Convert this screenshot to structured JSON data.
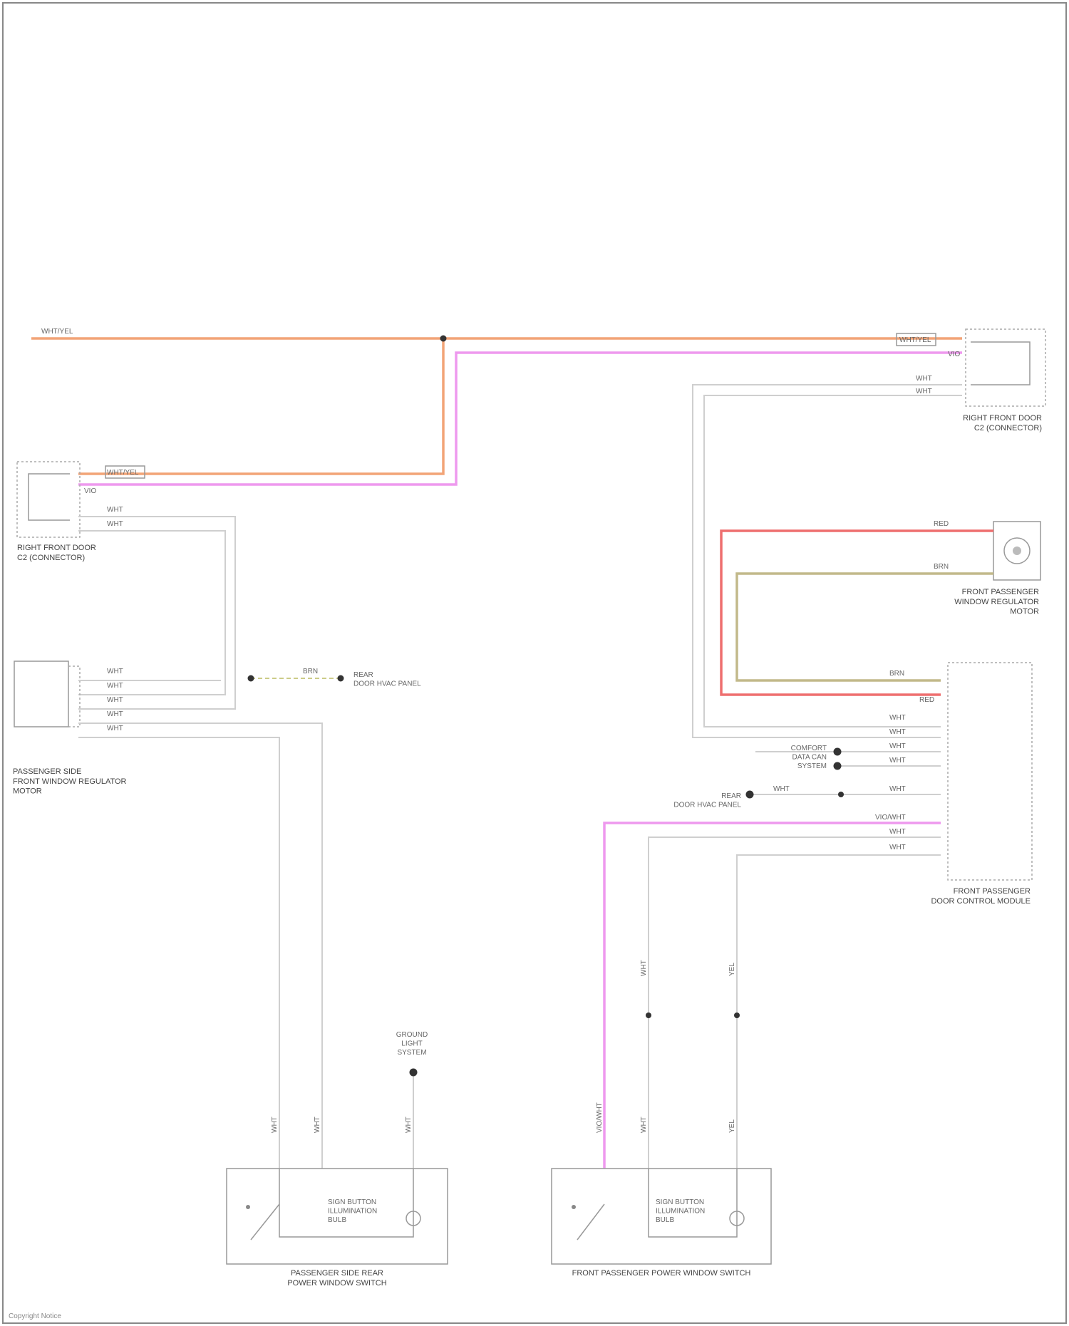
{
  "diagram": {
    "labels": {
      "w_left_start": "WHT/YEL",
      "w_rf_top": "WHT/YEL",
      "w_rf_2": "VIO",
      "w_rf_3": "WHT",
      "w_rf_4": "WHT",
      "w_lf_1": "WHT/YEL",
      "w_lf_2": "VIO",
      "w_lf_3": "WHT",
      "w_lf_4": "WHT",
      "w_mot_1": "WHT",
      "w_mot_2": "WHT",
      "w_mot_3": "WHT",
      "w_mot_4": "WHT",
      "w_mot_5": "WHT",
      "w_mid_brn": "BRN",
      "w_sens_red": "RED",
      "w_sens_brn": "BRN",
      "w_mod_1": "BRN",
      "w_mod_2": "RED",
      "w_mod_3": "WHT",
      "w_mod_4": "WHT",
      "w_mod_5": "WHT",
      "w_mod_6": "WHT",
      "w_mod_7": "WHT",
      "w_mod_8": "WHT",
      "w_mod_9": "VIO/WHT",
      "w_mod_10": "WHT",
      "w_mod_11": "WHT",
      "w_v_1": "WHT",
      "w_v_2": "YEL",
      "w_b1_1": "WHT",
      "w_b1_2": "WHT",
      "w_b1_3": "WHT",
      "w_b2_1": "VIO/WHT",
      "w_b2_2": "WHT",
      "w_b2_3": "YEL",
      "comp_rf_conn": "RIGHT FRONT DOOR\nC2 (CONNECTOR)",
      "comp_lf_conn": "RIGHT FRONT DOOR\nC2 (CONNECTOR)",
      "comp_motor": "PASSENGER SIDE\nFRONT WINDOW REGULATOR\nMOTOR",
      "comp_sensor": "FRONT PASSENGER\nWINDOW REGULATOR\nMOTOR",
      "comp_module": "FRONT PASSENGER\nDOOR CONTROL MODULE",
      "comp_switch_left": "PASSENGER SIDE REAR\nPOWER WINDOW SWITCH",
      "comp_switch_right": "FRONT PASSENGER POWER WINDOW SWITCH",
      "sw_text_left": "SIGN BUTTON\nILLUMINATION\nBULB",
      "sw_text_right": "SIGN BUTTON\nILLUMINATION\nBULB",
      "ref_mid": "REAR\nDOOR HVAC PANEL",
      "ref_module": "REAR\nDOOR HVAC PANEL",
      "ref_ground": "GROUND\nLIGHT\nSYSTEM",
      "ref_other": "COMFORT\nDATA CAN\nSYSTEM",
      "footer": "Copyright Notice"
    }
  }
}
